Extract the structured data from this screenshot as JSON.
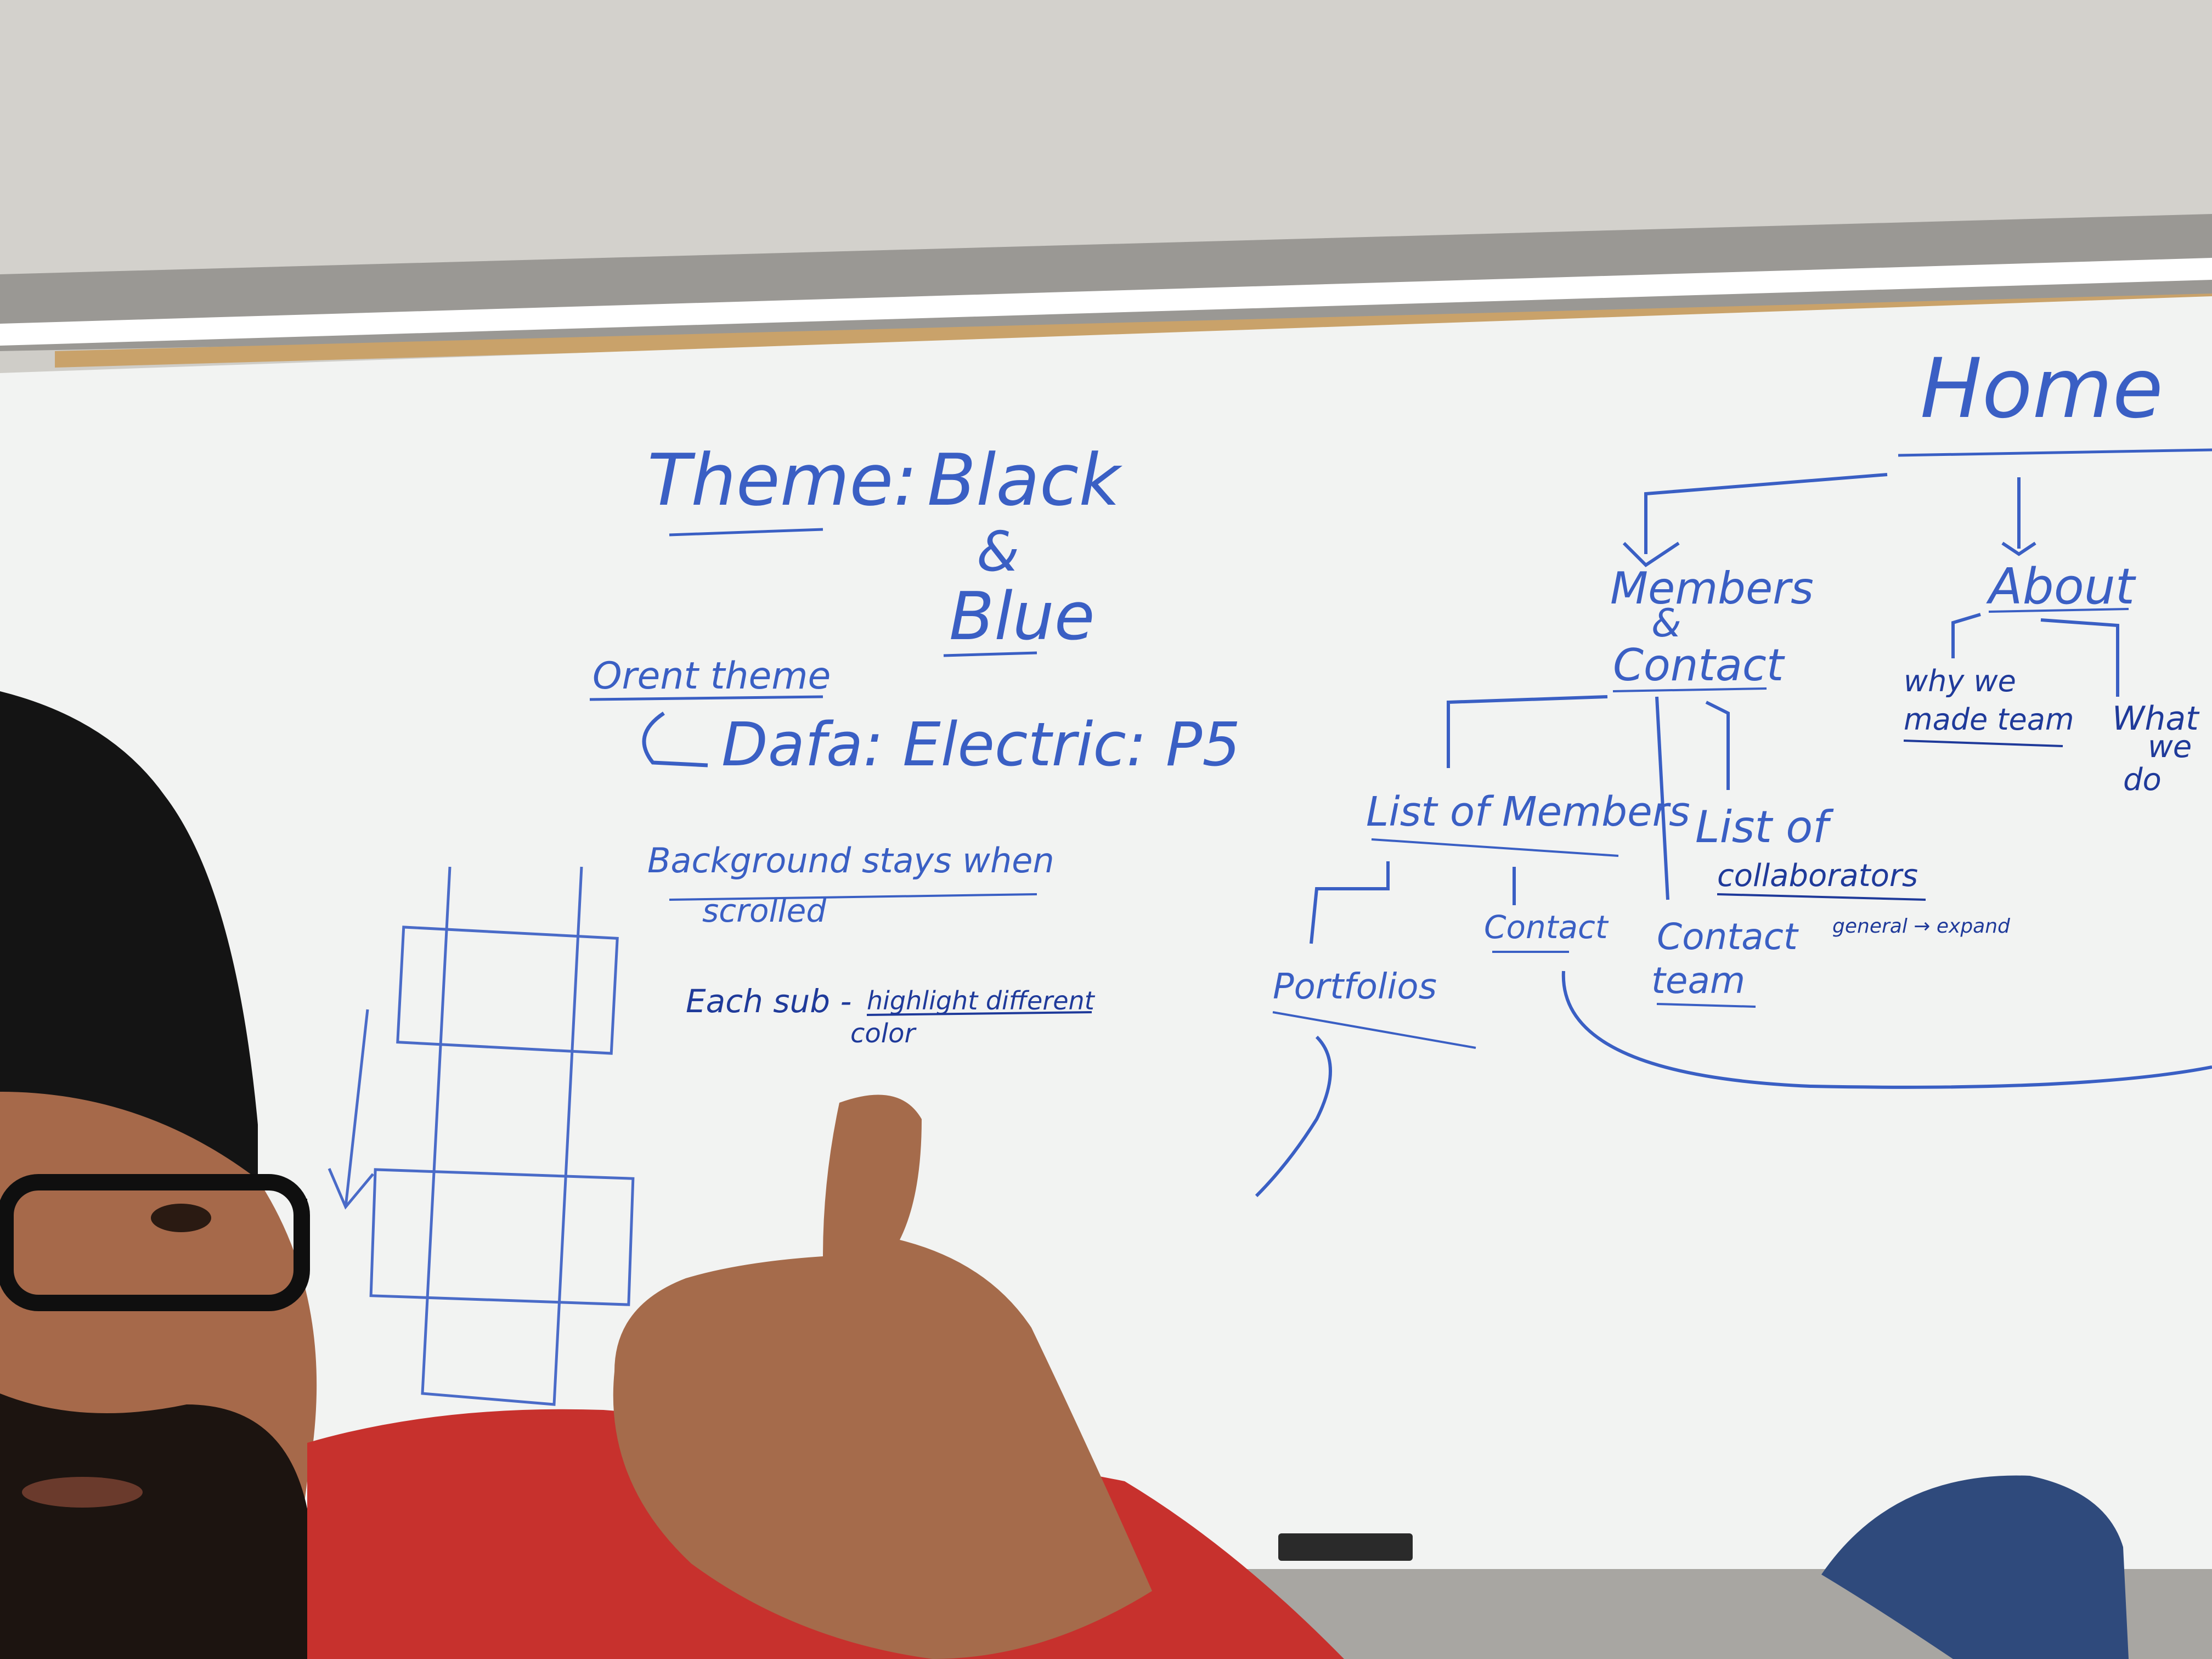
{
  "scene": {
    "description_colors": {
      "wall": "#d2d0cb",
      "whiteboard": "#f3f4f3",
      "marker": "#3a5fc4",
      "shirt": "#c8332f",
      "skin": "#a26a4a",
      "turban": "#151515"
    }
  },
  "whiteboard": {
    "theme_title": "Theme:",
    "theme_black": "Black",
    "theme_amp": "&",
    "theme_blue": "Blue",
    "orent_theme": "Orent theme",
    "theme_value": "Dafa: Electric: P5",
    "bg_note": "Background stays when",
    "bg_note_2": "scrolled",
    "each_sub": "Each sub -",
    "highlight": "highlight different",
    "color": "color",
    "home": "Home",
    "members_contact": "Members",
    "members_amp": "&",
    "contact": "Contact",
    "about": "About",
    "why_we_1": "why we",
    "why_we_2": "made team",
    "what_we_1": "What",
    "what_we_2": "we",
    "what_we_3": "do",
    "list_members": "List of Members",
    "list_collab_1": "List of",
    "list_collab_2": "collaborators",
    "portfolios": "Portfolios",
    "contact_small": "Contact",
    "contact_team_1": "Contact",
    "contact_team_2": "team",
    "general_expand": "general → expand"
  }
}
